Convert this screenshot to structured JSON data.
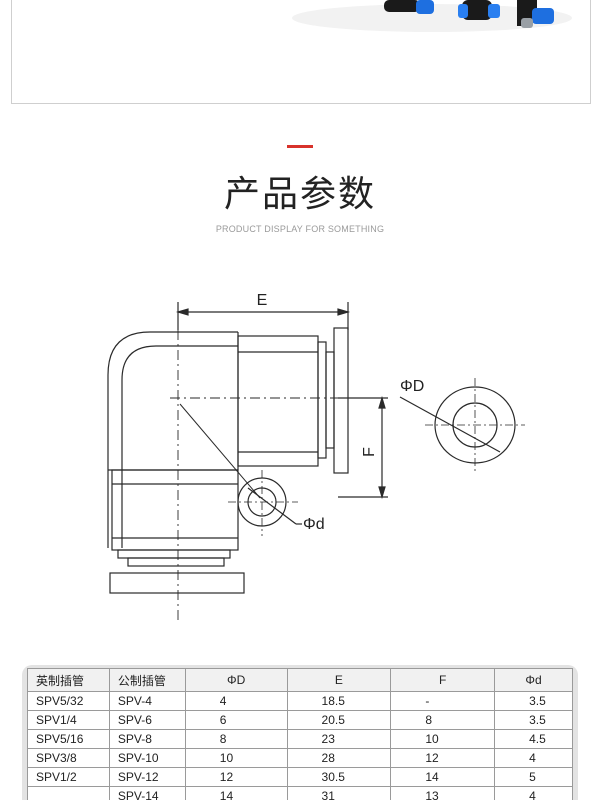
{
  "header": {
    "title": "产品参数",
    "subtitle": "PRODUCT DISPLAY FOR SOMETHING",
    "accent_color": "#d8322b"
  },
  "diagram": {
    "label_E": "E",
    "label_F": "F",
    "label_D": "ΦD",
    "label_d": "Φd"
  },
  "table": {
    "headers": [
      "英制插管",
      "公制插管",
      "ΦD",
      "E",
      "F",
      "Φd"
    ],
    "rows": [
      [
        "SPV5/32",
        "SPV-4",
        "4",
        "18.5",
        "-",
        "3.5"
      ],
      [
        "SPV1/4",
        "SPV-6",
        "6",
        "20.5",
        "8",
        "3.5"
      ],
      [
        "SPV5/16",
        "SPV-8",
        "8",
        "23",
        "10",
        "4.5"
      ],
      [
        "SPV3/8",
        "SPV-10",
        "10",
        "28",
        "12",
        "4"
      ],
      [
        "SPV1/2",
        "SPV-12",
        "12",
        "30.5",
        "14",
        "5"
      ],
      [
        "",
        "SPV-14",
        "14",
        "31",
        "13",
        "4"
      ]
    ]
  }
}
